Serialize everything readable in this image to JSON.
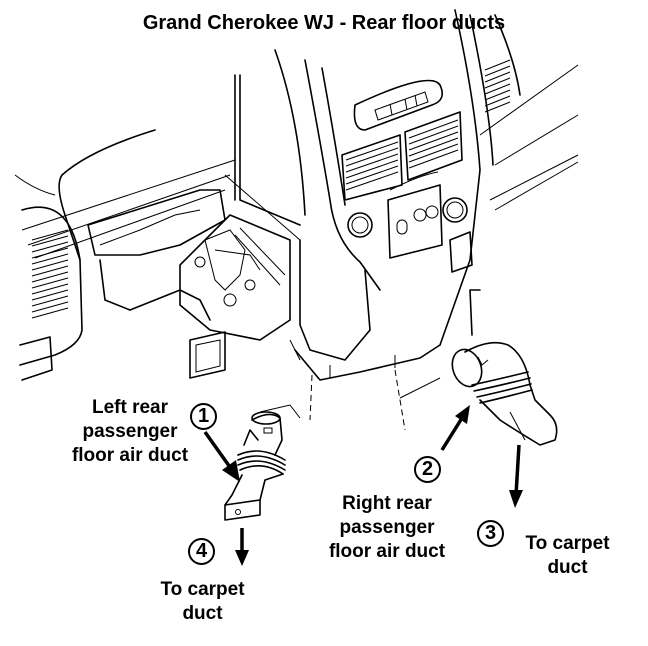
{
  "title": "Grand Cherokee WJ - Rear floor ducts",
  "callouts": [
    {
      "number": "1",
      "target": "Left rear passenger floor air duct"
    },
    {
      "number": "2",
      "target": "Right rear passenger floor air duct"
    },
    {
      "number": "3",
      "target": "To carpet duct (right)"
    },
    {
      "number": "4",
      "target": "To carpet duct (left)"
    }
  ],
  "labels": {
    "left_duct": [
      "Left rear",
      "passenger",
      "floor air duct"
    ],
    "right_duct": [
      "Right rear",
      "passenger",
      "floor air duct"
    ],
    "left_carpet": [
      "To carpet",
      "duct"
    ],
    "right_carpet": [
      "To carpet",
      "duct"
    ]
  },
  "illustration": {
    "subject": "Instrument panel / dashboard underside line drawing",
    "parts": [
      "dashboard",
      "center stack vents",
      "radio",
      "climate control knobs",
      "steering column opening",
      "left duct",
      "right duct"
    ]
  }
}
